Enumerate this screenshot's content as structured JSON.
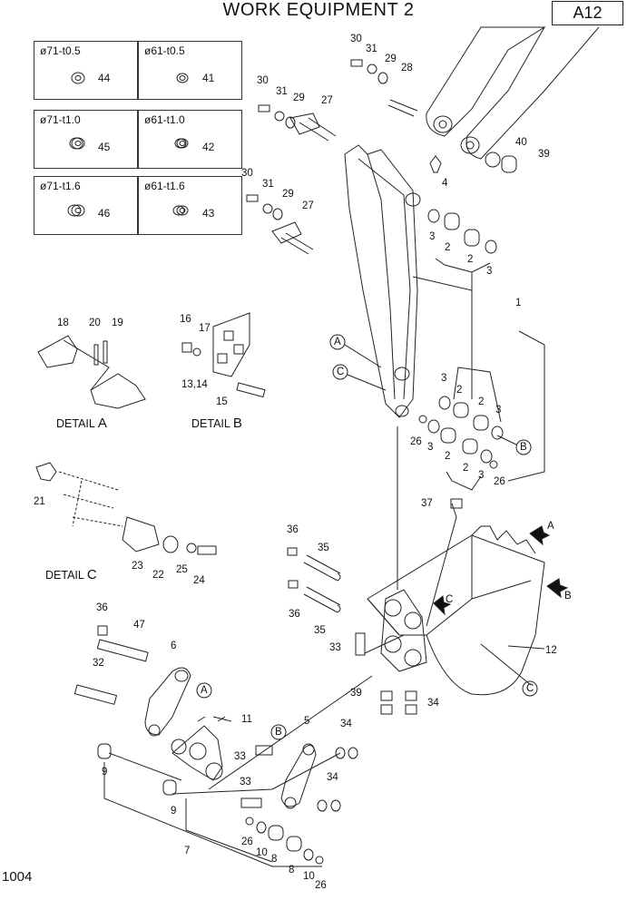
{
  "header": {
    "title": "WORK EQUIPMENT 2",
    "page_code": "A12"
  },
  "footer": {
    "page_number": "1004"
  },
  "shim_boxes": [
    {
      "dim": "ø71-t0.5",
      "part": "44"
    },
    {
      "dim": "ø61-t0.5",
      "part": "41"
    },
    {
      "dim": "ø71-t1.0",
      "part": "45"
    },
    {
      "dim": "ø61-t1.0",
      "part": "42"
    },
    {
      "dim": "ø71-t1.6",
      "part": "46"
    },
    {
      "dim": "ø61-t1.6",
      "part": "43"
    }
  ],
  "details": {
    "a": {
      "prefix": "DETAIL",
      "letter": "A"
    },
    "b": {
      "prefix": "DETAIL",
      "letter": "B"
    },
    "c": {
      "prefix": "DETAIL",
      "letter": "C"
    }
  },
  "callouts": [
    "A",
    "C",
    "B",
    "B",
    "C",
    "A",
    "C",
    "B",
    "A",
    "C"
  ],
  "part_labels": [
    "30",
    "31",
    "29",
    "28",
    "30",
    "31",
    "29",
    "27",
    "40",
    "39",
    "4",
    "30",
    "31",
    "29",
    "27",
    "3",
    "2",
    "2",
    "3",
    "1",
    "18",
    "20",
    "19",
    "16",
    "17",
    "13,14",
    "15",
    "3",
    "2",
    "2",
    "3",
    "26",
    "3",
    "2",
    "2",
    "3",
    "26",
    "21",
    "37",
    "36",
    "35",
    "23",
    "22",
    "25",
    "24",
    "36",
    "35",
    "12",
    "33",
    "39",
    "34",
    "36",
    "47",
    "6",
    "32",
    "11",
    "9",
    "5",
    "34",
    "33",
    "33",
    "34",
    "9",
    "7",
    "26",
    "10",
    "8",
    "8",
    "10",
    "26"
  ]
}
